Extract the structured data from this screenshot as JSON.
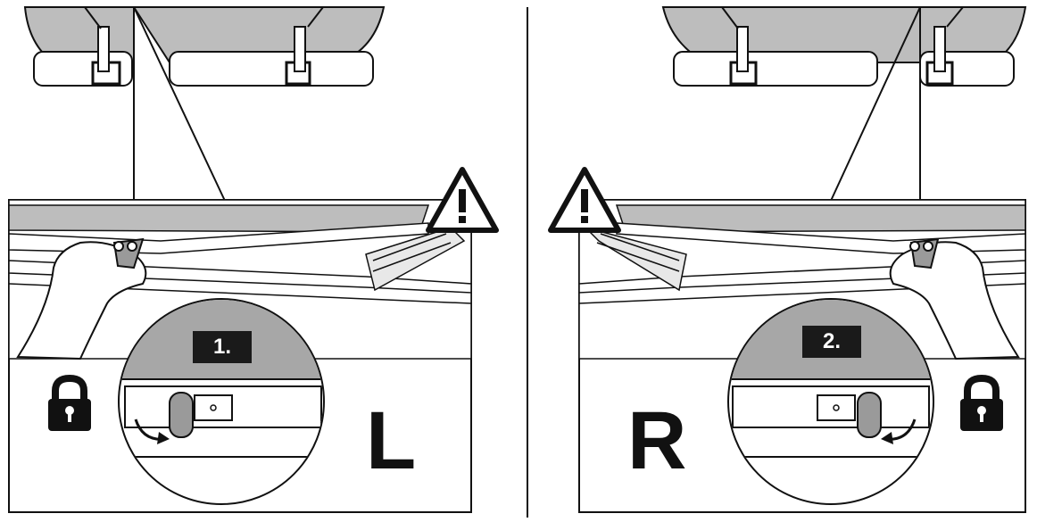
{
  "steps": {
    "left": {
      "label": "1.",
      "side": "L"
    },
    "right": {
      "label": "2.",
      "side": "R"
    }
  },
  "icons": [
    "warning-icon",
    "padlock-icon",
    "rotate-arrow-icon",
    "hand-icon"
  ],
  "colors": {
    "ink": "#111111",
    "canopy_grey": "#bdbdbd",
    "magnifier_grey": "#a7a7a7",
    "latch_grey": "#9a9a9a",
    "badge_bg": "#1a1a1a"
  }
}
